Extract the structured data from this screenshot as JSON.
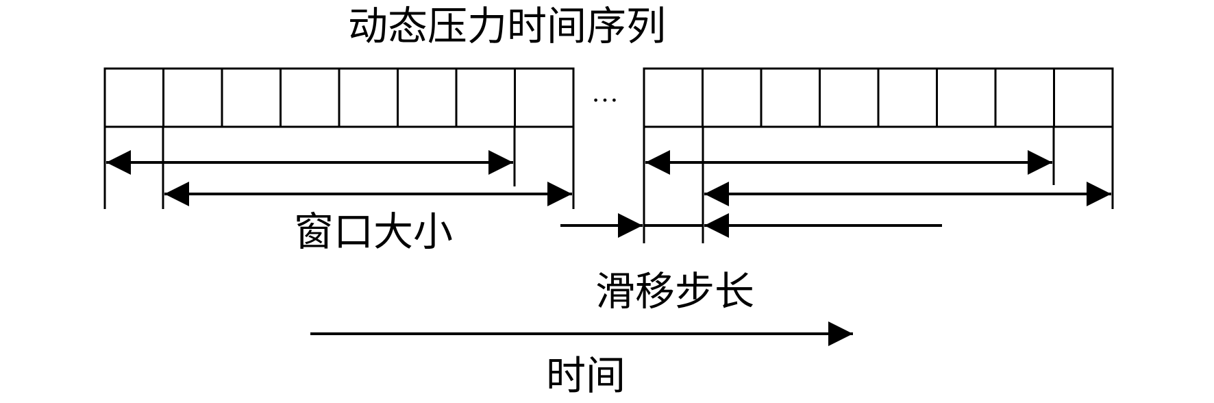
{
  "title": "动态压力时间序列",
  "ellipsis": "…",
  "window_label": "窗口大小",
  "step_label": "滑移步长",
  "time_label": "时间",
  "colors": {
    "ink": "#000000",
    "background": "#ffffff"
  },
  "sequence_blocks": [
    {
      "cells": 8
    },
    {
      "cells": 8
    }
  ]
}
